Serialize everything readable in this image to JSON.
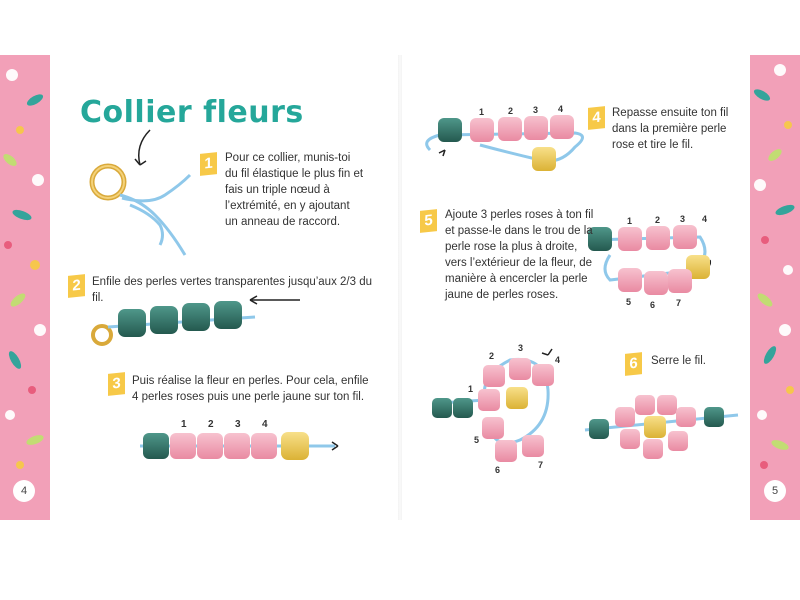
{
  "title": "Collier fleurs",
  "pages": {
    "left_number": "4",
    "right_number": "5"
  },
  "steps": [
    {
      "number": "1",
      "text": "Pour ce collier, munis-toi du fil élastique le plus fin et fais un triple nœud à l’extrémité, en y ajoutant un anneau de raccord."
    },
    {
      "number": "2",
      "text": "Enfile des perles vertes transparentes jusqu’aux 2/3 du fil."
    },
    {
      "number": "3",
      "text": "Puis réalise la fleur en perles. Pour cela, enfile 4 perles roses puis une perle jaune sur ton fil."
    },
    {
      "number": "4",
      "text": "Repasse ensuite ton fil dans la première perle rose et tire le fil."
    },
    {
      "number": "5",
      "text": "Ajoute 3 perles roses à ton fil et passe-le dans le trou de la perle rose la plus à droite, vers l’extérieur de la fleur, de manière à encercler la perle jaune de perles roses."
    },
    {
      "number": "6",
      "text": "Serre le fil."
    }
  ],
  "bead_labels": {
    "step3": [
      "1",
      "2",
      "3",
      "4"
    ],
    "step4": [
      "1",
      "2",
      "3",
      "4"
    ],
    "step5": [
      "1",
      "2",
      "3",
      "4",
      "5",
      "6",
      "7"
    ],
    "step5b": [
      "1",
      "2",
      "3",
      "4",
      "5",
      "6",
      "7"
    ]
  },
  "colors": {
    "title": "#25a79a",
    "badge": "#f7c948",
    "strip": "#f2a0b8",
    "pink_bead": "#ee9cb0",
    "green_bead": "#2e6f63",
    "yellow_bead": "#f0cd52",
    "thread": "#8fc8ea"
  }
}
